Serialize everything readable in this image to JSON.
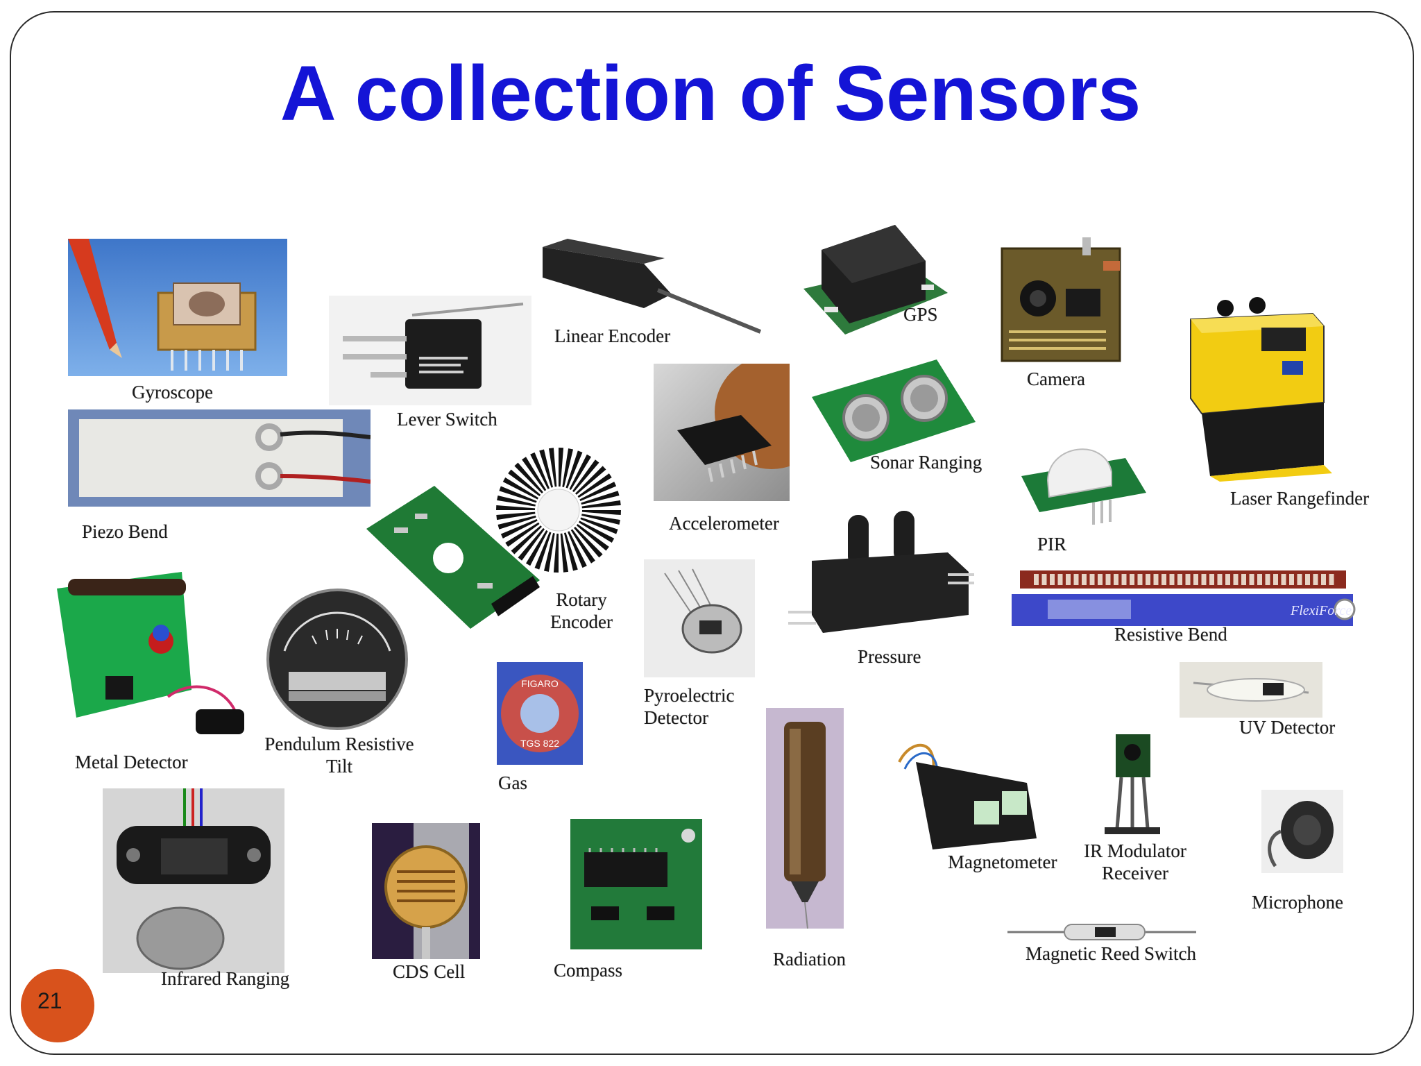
{
  "slide": {
    "title": "A collection of Sensors",
    "page_number": "21",
    "accent_color": "#1414d6",
    "badge_color": "#d8521c"
  },
  "sensors": {
    "gyroscope": "Gyroscope",
    "lever_switch": "Lever Switch",
    "linear_encoder": "Linear Encoder",
    "gps": "GPS",
    "camera": "Camera",
    "laser_rangefinder": "Laser Rangefinder",
    "piezo_bend": "Piezo Bend",
    "accelerometer": "Accelerometer",
    "sonar_ranging": "Sonar Ranging",
    "pir": "PIR",
    "rotary_encoder_1": "Rotary",
    "rotary_encoder_2": "Encoder",
    "pressure": "Pressure",
    "resistive_bend": "Resistive Bend",
    "flexiforce_text": "FlexiForce",
    "metal_detector": "Metal Detector",
    "pendulum_1": "Pendulum Resistive",
    "pendulum_2": "Tilt",
    "pyroelectric_1": "Pyroelectric",
    "pyroelectric_2": "Detector",
    "gas": "Gas",
    "gas_brand": "FIGARO",
    "gas_model": "TGS 822",
    "uv_detector": "UV Detector",
    "infrared_ranging": "Infrared Ranging",
    "cds_cell": "CDS Cell",
    "compass": "Compass",
    "radiation": "Radiation",
    "magnetometer": "Magnetometer",
    "ir_modulator_1": "IR Modulator",
    "ir_modulator_2": "Receiver",
    "microphone": "Microphone",
    "magnetic_reed_switch": "Magnetic Reed Switch"
  }
}
